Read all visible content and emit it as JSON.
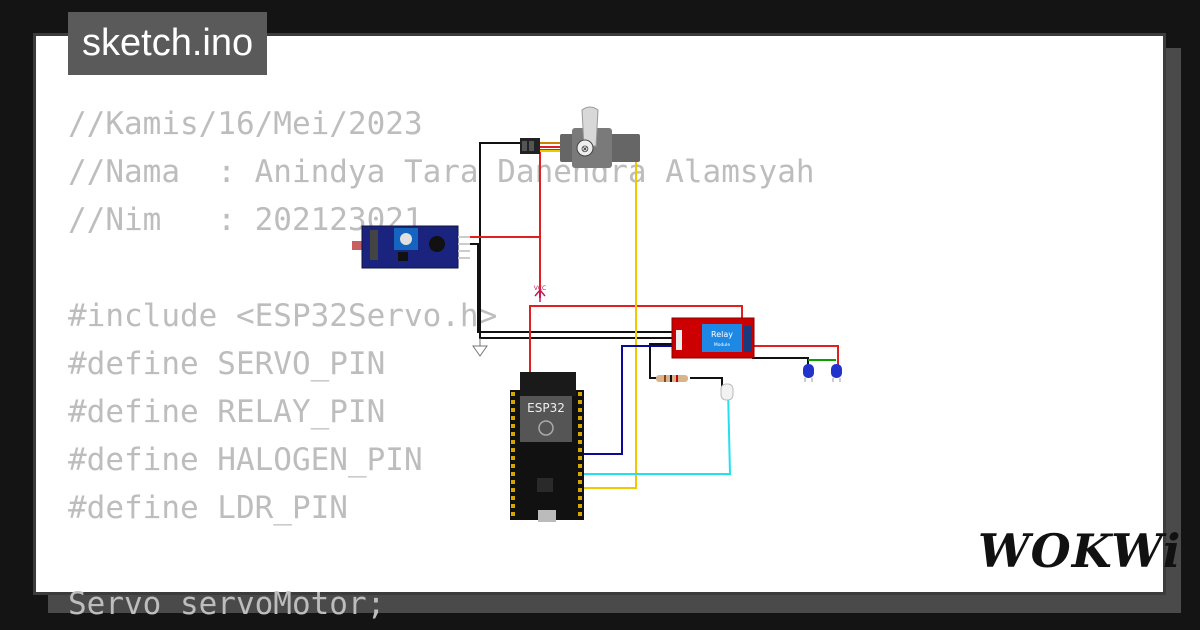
{
  "filename": "sketch.ino",
  "code_lines": [
    "//Kamis/16/Mei/2023",
    "//Nama  : Anindya Tara Danendra Alamsyah",
    "//Nim   : 202123021",
    "",
    "#include <ESP32Servo.h>",
    "#define SERVO_PIN",
    "#define RELAY_PIN",
    "#define HALOGEN_PIN",
    "#define LDR_PIN",
    "",
    "Servo servoMotor;"
  ],
  "circuit": {
    "esp32_label": "ESP32",
    "relay_label": "Relay",
    "relay_sub": "Module",
    "vcc_label": "VCC"
  },
  "brand": "WOKWi",
  "colors": {
    "wire_red": "#e02020",
    "wire_black": "#111111",
    "wire_yellow": "#f0c800",
    "wire_cyan": "#22e0f0",
    "wire_blue": "#0a0a9a",
    "wire_green": "#0aa000",
    "relay_board": "#cc0000",
    "ldr_board": "#1a237e"
  }
}
